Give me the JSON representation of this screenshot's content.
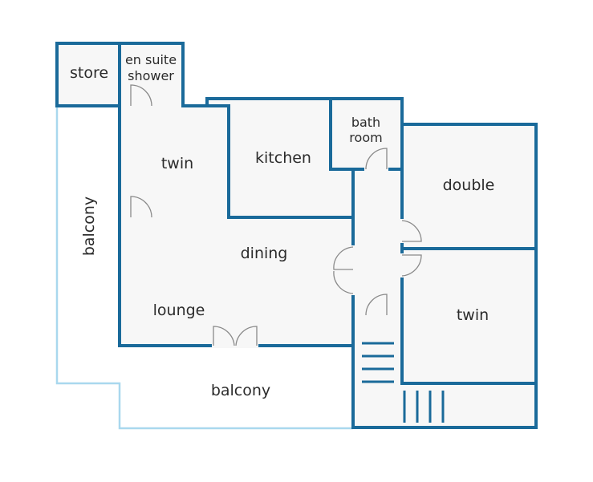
{
  "rooms": {
    "store": "store",
    "en_suite_line1": "en suite",
    "en_suite_line2": "shower",
    "twin_upper": "twin",
    "kitchen": "kitchen",
    "bath_line1": "bath",
    "bath_line2": "room",
    "double": "double",
    "dining": "dining",
    "lounge": "lounge",
    "twin_lower": "twin",
    "balcony_left": "balcony",
    "balcony_bottom": "balcony"
  },
  "colors": {
    "wall": "#1a6a9a",
    "balcony_edge": "#a9d8ee",
    "room_fill": "#f7f7f7",
    "door": "#8a8a8a"
  }
}
